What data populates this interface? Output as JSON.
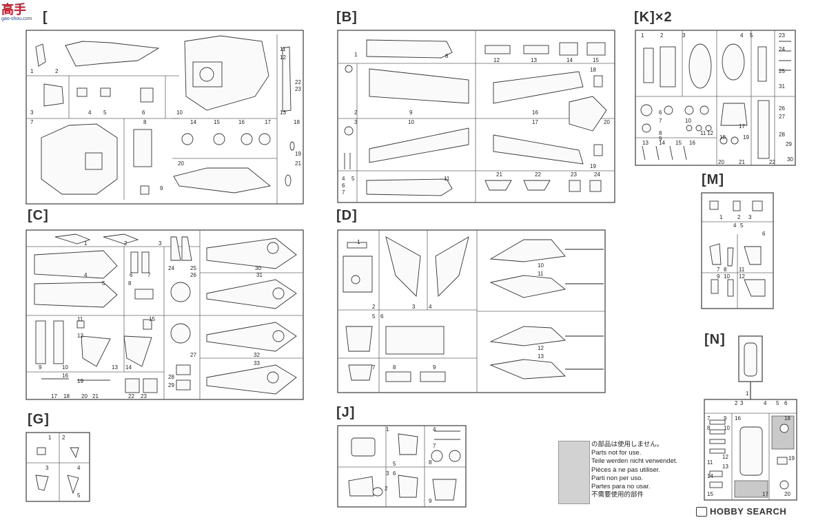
{
  "sprue_labels": {
    "A": "[",
    "B": "[B]",
    "K": "[K]×2",
    "M": "[M]",
    "C": "[C]",
    "D": "[D]",
    "G": "[G]",
    "J": "[J]",
    "N": "[N]"
  },
  "part_numbers": {
    "A": [
      "1",
      "2",
      "3",
      "4",
      "5",
      "6",
      "7",
      "8",
      "9",
      "10",
      "11",
      "12",
      "13",
      "14",
      "15",
      "16",
      "17",
      "18",
      "19",
      "20",
      "21",
      "22",
      "23"
    ],
    "B": [
      "1",
      "2",
      "3",
      "4",
      "5",
      "6",
      "7",
      "8",
      "9",
      "10",
      "11",
      "12",
      "13",
      "14",
      "15",
      "16",
      "17",
      "18",
      "19",
      "20",
      "21",
      "22",
      "23",
      "24"
    ],
    "C": [
      "1",
      "2",
      "3",
      "4",
      "5",
      "6",
      "7",
      "8",
      "9",
      "10",
      "11",
      "12",
      "13",
      "14",
      "15",
      "16",
      "17",
      "18",
      "19",
      "20",
      "21",
      "22",
      "23",
      "24",
      "25",
      "26",
      "27",
      "28",
      "29",
      "30",
      "31",
      "32",
      "33"
    ],
    "D": [
      "1",
      "2",
      "3",
      "4",
      "5",
      "6",
      "7",
      "8",
      "9",
      "10",
      "11",
      "12",
      "13"
    ],
    "G": [
      "1",
      "2",
      "3",
      "4",
      "5"
    ],
    "J": [
      "1",
      "2",
      "3",
      "4",
      "5",
      "6",
      "7",
      "8",
      "9"
    ],
    "K": [
      "1",
      "2",
      "3",
      "4",
      "5",
      "6",
      "7",
      "8",
      "9",
      "10",
      "11",
      "12",
      "13",
      "14",
      "15",
      "16",
      "17",
      "18",
      "19",
      "20",
      "21",
      "22",
      "23",
      "24",
      "25",
      "26",
      "27",
      "28",
      "29",
      "30",
      "31"
    ],
    "M": [
      "1",
      "2",
      "3",
      "4",
      "5",
      "6",
      "7",
      "8",
      "9",
      "10",
      "11",
      "12"
    ],
    "N": [
      "1",
      "2",
      "3",
      "4",
      "5",
      "6",
      "7",
      "8",
      "9",
      "10",
      "11",
      "12",
      "13",
      "14",
      "15",
      "16",
      "17",
      "18",
      "19",
      "20"
    ]
  },
  "legend": {
    "swatch_color": "#d2d2d2",
    "lines": [
      "の部品は使用しません。",
      "Parts not for use.",
      "Teile werden nicht verwendet.",
      "Pièces à ne pas utiliser.",
      "Parti non per uso.",
      "Partes para no usar.",
      "不需要使用的部件"
    ]
  },
  "logo": {
    "title": "高手",
    "sub": "gao-shou.com"
  },
  "watermark": {
    "text": "HOBBY SEARCH",
    "icon": "hobby-search-logo-icon"
  },
  "colors": {
    "line": "#333333",
    "unused": "#c9c9c9",
    "logo_red": "#d0182b",
    "logo_blue": "#1d3f9a"
  }
}
